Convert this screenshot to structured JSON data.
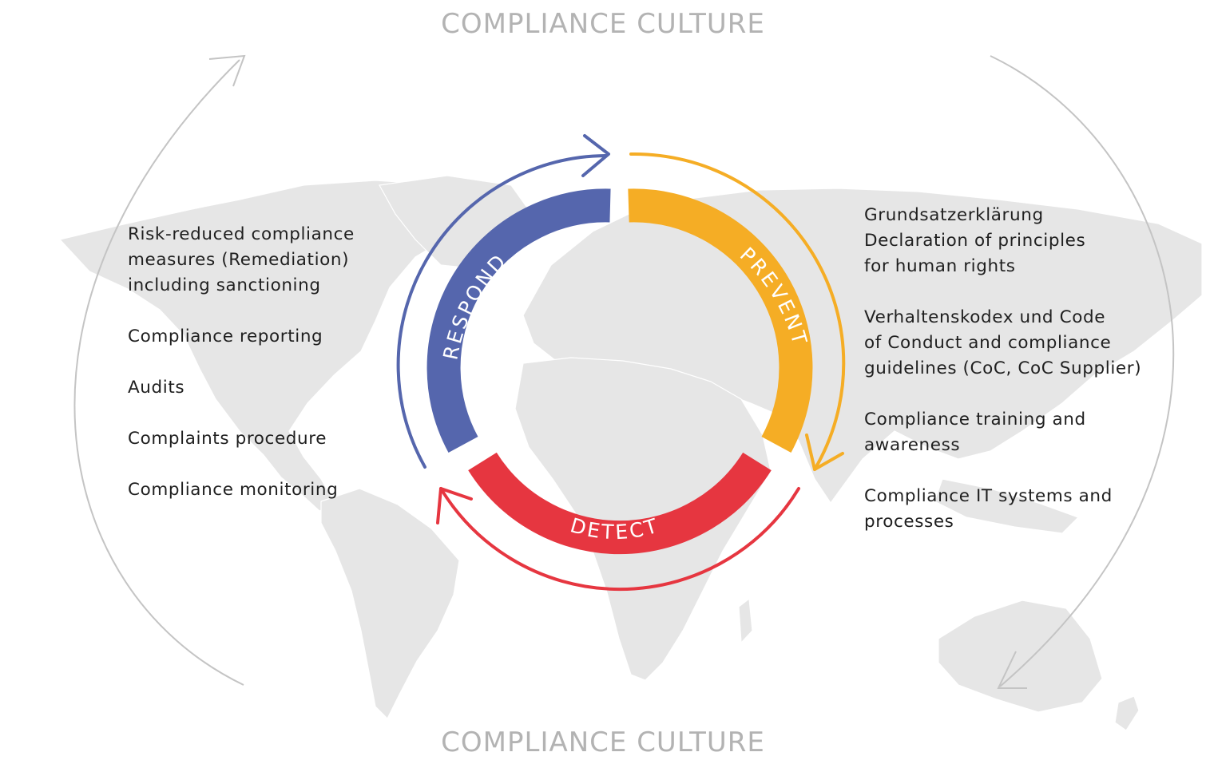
{
  "header": {
    "culture_label": "COMPLIANCE CULTURE"
  },
  "footer": {
    "culture_label": "COMPLIANCE CULTURE"
  },
  "cycle": {
    "segments": [
      {
        "key": "prevent",
        "label": "PREVENT",
        "color": "#f5ad25"
      },
      {
        "key": "detect",
        "label": "DETECT",
        "color": "#e63640"
      },
      {
        "key": "respond",
        "label": "RESPOND",
        "color": "#5566ad"
      }
    ],
    "arrow_colors": {
      "prevent": "#f5ad25",
      "detect": "#e63640",
      "respond": "#5566ad"
    }
  },
  "respond_items": [
    "Risk-reduced compliance\nmeasures (Remediation)\nincluding sanctioning",
    "Compliance reporting",
    "Audits",
    "Complaints procedure",
    "Compliance monitoring"
  ],
  "prevent_items": [
    "Grundsatzerklärung\nDeclaration of principles\nfor human rights",
    "Verhaltenskodex und Code\nof Conduct and compliance\nguidelines (CoC, CoC Supplier)",
    "Compliance training and\nawareness",
    "Compliance IT systems and\nprocesses"
  ],
  "background": {
    "map_color": "#e6e6e6",
    "outer_arrow_color": "#c4c4c4"
  }
}
